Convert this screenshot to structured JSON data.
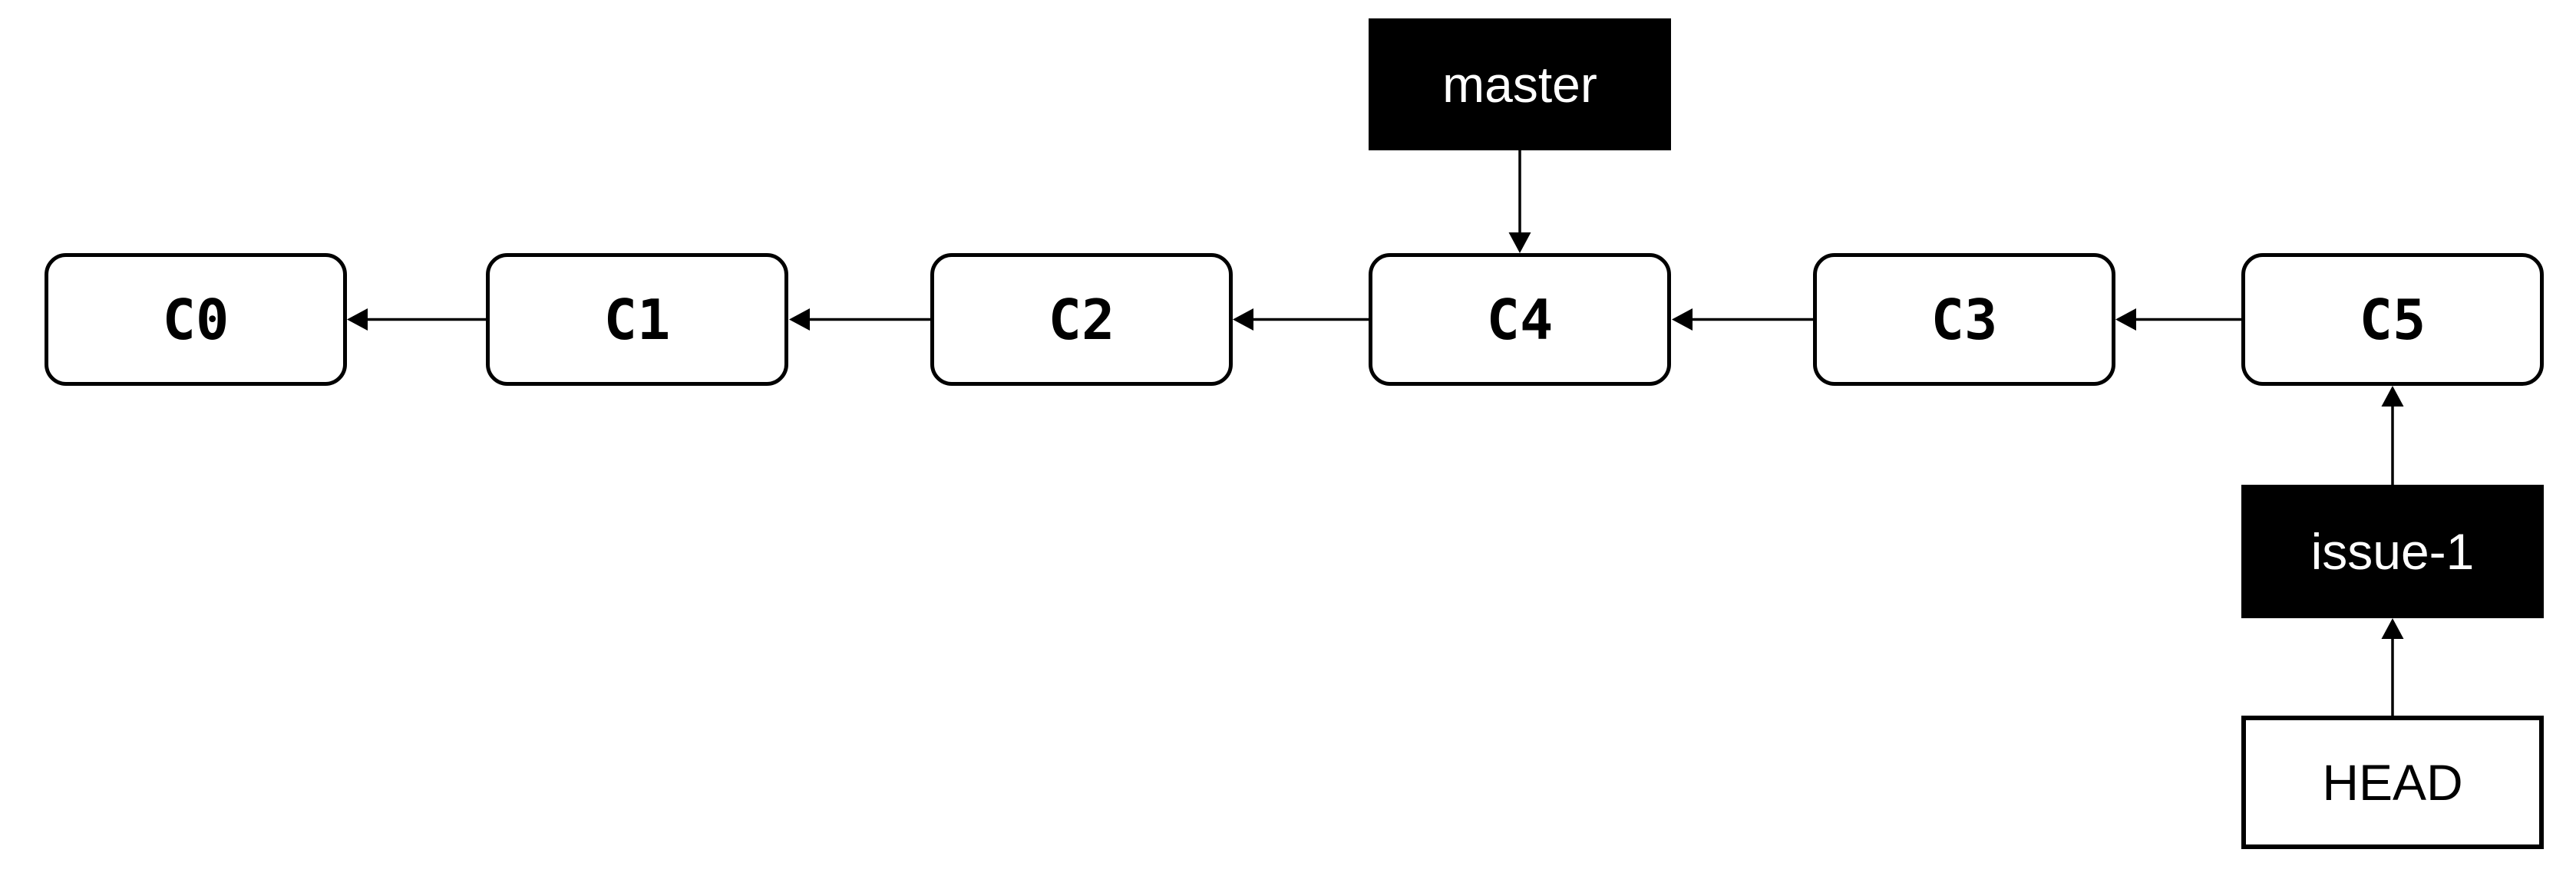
{
  "diagram": {
    "background_color": "#ffffff",
    "node_fill_color": "#ffffff",
    "node_border_color": "#000000",
    "arrow_color": "#000000",
    "branch_tag_fill_color": "#000000",
    "branch_tag_text_color": "#ffffff",
    "head_tag_fill_color": "#ffffff",
    "head_tag_text_color": "#000000",
    "commits": [
      {
        "label": "C0"
      },
      {
        "label": "C1"
      },
      {
        "label": "C2"
      },
      {
        "label": "C4"
      },
      {
        "label": "C3"
      },
      {
        "label": "C5"
      }
    ],
    "branch_tags": [
      {
        "label": "master",
        "points_to": "C4"
      },
      {
        "label": "issue-1",
        "points_to": "C5"
      }
    ],
    "head_tag": {
      "label": "HEAD",
      "points_to": "issue-1"
    },
    "parent_edges": [
      "C1→C0",
      "C2→C1",
      "C4→C2",
      "C3→C4",
      "C5→C3"
    ]
  }
}
